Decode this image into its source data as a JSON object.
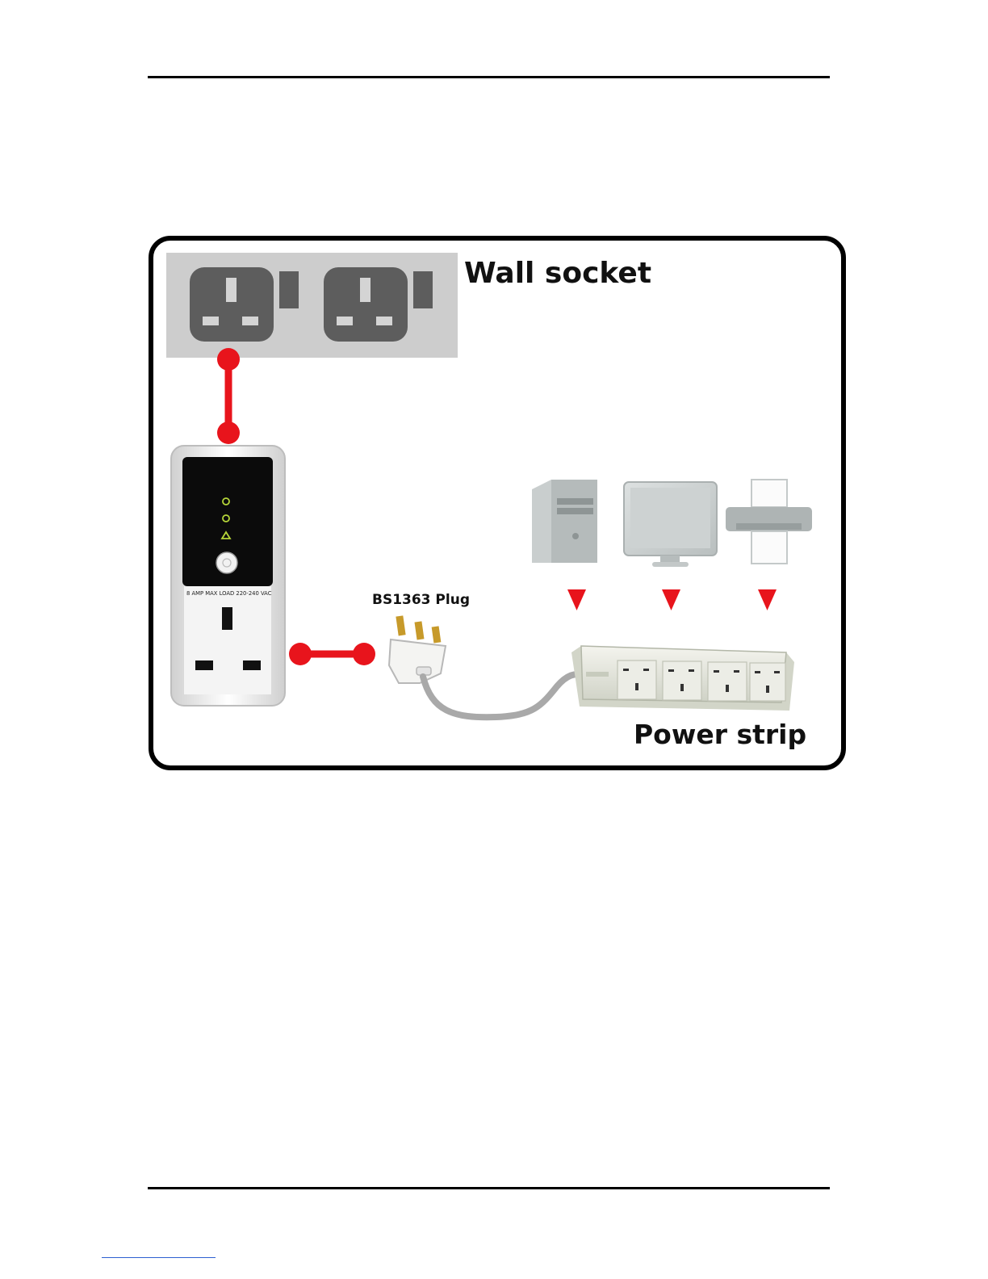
{
  "diagram": {
    "wall_socket_label": "Wall socket",
    "adapter_rating_label": "8 AMP MAX LOAD 220-240 VAC",
    "plug_label": "BS1363 Plug",
    "power_strip_label": "Power strip",
    "connector_color": "#e8141c",
    "arrow_color": "#e8141c",
    "devices": [
      {
        "icon": "desktop-tower-icon"
      },
      {
        "icon": "monitor-icon"
      },
      {
        "icon": "printer-icon"
      }
    ]
  }
}
